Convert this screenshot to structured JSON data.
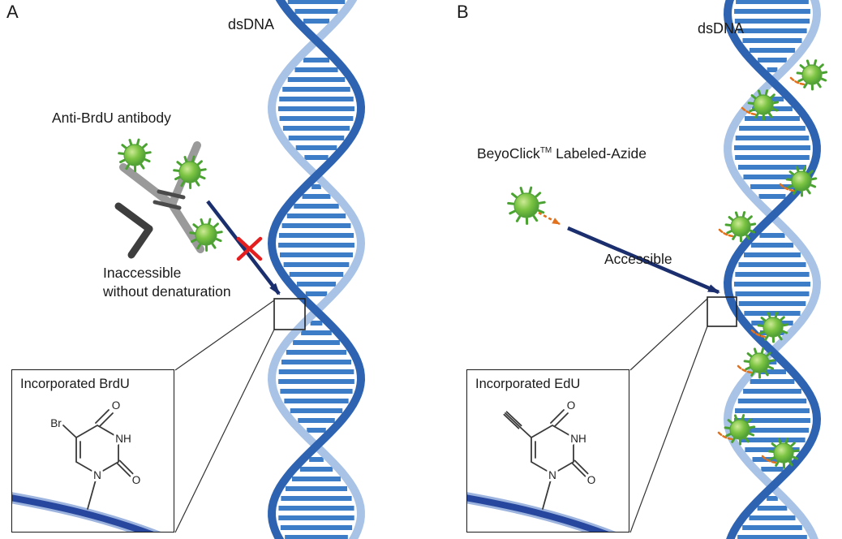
{
  "panel_a": {
    "letter": "A",
    "dna_label": "dsDNA",
    "antibody_label": "Anti-BrdU antibody",
    "note_line1": "Inaccessible",
    "note_line2": "without denaturation",
    "inset_title": "Incorporated BrdU",
    "atoms": {
      "substituent": "Br",
      "o_top": "O",
      "nh": "NH",
      "n": "N",
      "o_bottom": "O"
    }
  },
  "panel_b": {
    "letter": "B",
    "dna_label": "dsDNA",
    "azide_brand": "BeyoClick",
    "azide_tm": "TM",
    "azide_rest": " Labeled-Azide",
    "accessible_label": "Accessible",
    "inset_title": "Incorporated EdU",
    "atoms": {
      "o_top": "O",
      "nh": "NH",
      "n": "N",
      "o_bottom": "O"
    }
  },
  "colors": {
    "dna_dark": "#2e63b2",
    "dna_light": "#a9c3e6",
    "dna_rung": "#3d7dc8",
    "fluor_spike": "#4aa330",
    "fluor_edge": "#57a33b",
    "arrow_navy": "#1b2f6e",
    "cross_red": "#e51f1f",
    "azide_orange": "#e2711d"
  }
}
